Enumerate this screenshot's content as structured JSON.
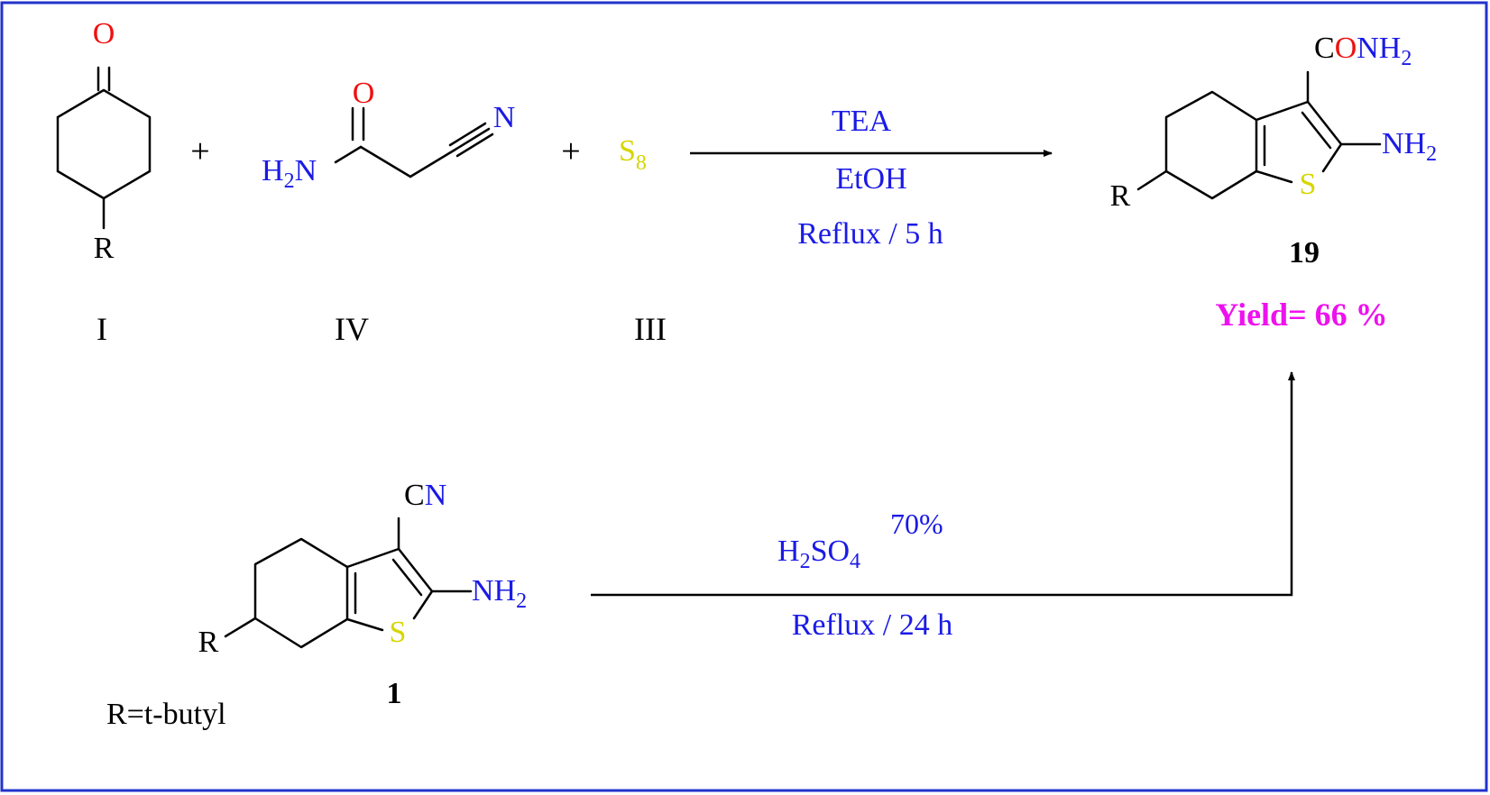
{
  "colors": {
    "frame": "#2233cc",
    "bond": "#000000",
    "blue": "#1a1ae6",
    "red": "#ee1111",
    "yellow": "#d6d600",
    "magenta": "#ee11ee"
  },
  "top_reaction": {
    "reactant_ketone": {
      "oxygen": "O",
      "r_group": "R",
      "label": "I"
    },
    "plus1": "+",
    "reactant_cyanoacetamide": {
      "oxygen": "O",
      "amine_h": "H",
      "amine_h_sub": "2",
      "amine_n": "N",
      "nitrile_n": "N",
      "label": "IV"
    },
    "plus2": "+",
    "reactant_sulfur": {
      "symbol": "S",
      "subscript": "8",
      "label": "III"
    },
    "conditions": {
      "reagent": "TEA",
      "solvent": "EtOH",
      "time": "Reflux / 5 h"
    }
  },
  "product": {
    "carbonyl_c": "C",
    "carbonyl_o": "O",
    "amide_nh": "NH",
    "amide_sub": "2",
    "amine_nh": "NH",
    "amine_sub": "2",
    "sulfur": "S",
    "r_group": "R",
    "compound_number": "19",
    "yield": "Yield= 66 %"
  },
  "bottom_reaction": {
    "start_material": {
      "nitrile_c": "C",
      "nitrile_n": "N",
      "amine_nh": "NH",
      "amine_sub": "2",
      "sulfur": "S",
      "r_group": "R",
      "compound_number": "1"
    },
    "r_definition": "R=t-butyl",
    "conditions": {
      "acid_h": "H",
      "acid_h_sub": "2",
      "acid_so": "SO",
      "acid_o_sub": "4",
      "concentration": "70%",
      "time": "Reflux / 24 h"
    }
  }
}
